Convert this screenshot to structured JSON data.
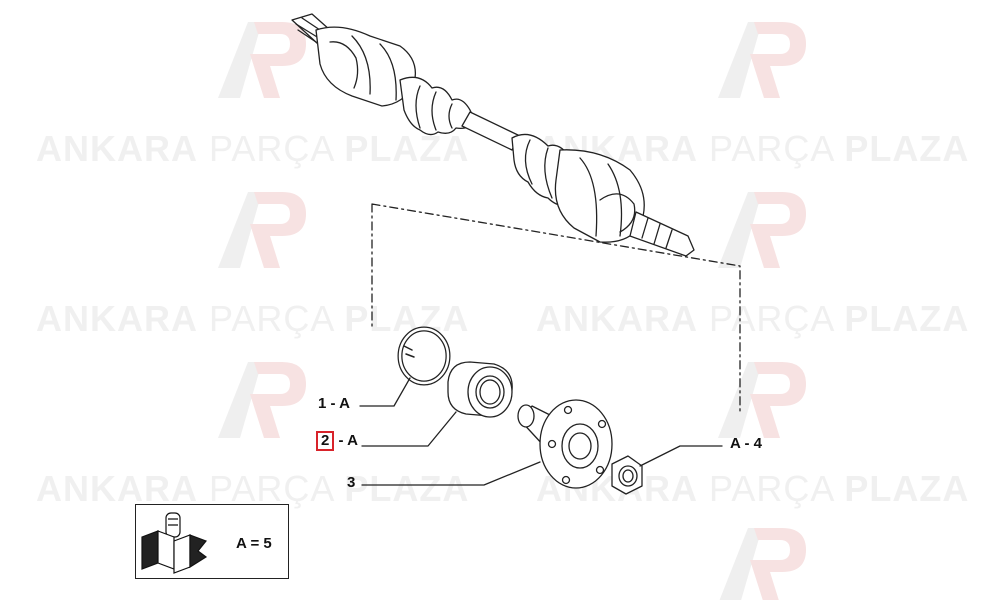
{
  "watermark": {
    "brand_bold_1": "ANKARA",
    "brand_light": "PARÇA",
    "brand_bold_2": "PLAZA",
    "logo_icon": "ap-logo-icon",
    "color": "#efefef",
    "accent_color": "#f6dede"
  },
  "callouts": {
    "part_1": "1 - A",
    "part_2_number": "2",
    "part_2_suffix": "- A",
    "part_3": "3",
    "part_4": "A - 4"
  },
  "highlight_color": "#d8232a",
  "legend": {
    "label": "A = 5",
    "icon": "parts-kit-icon"
  }
}
